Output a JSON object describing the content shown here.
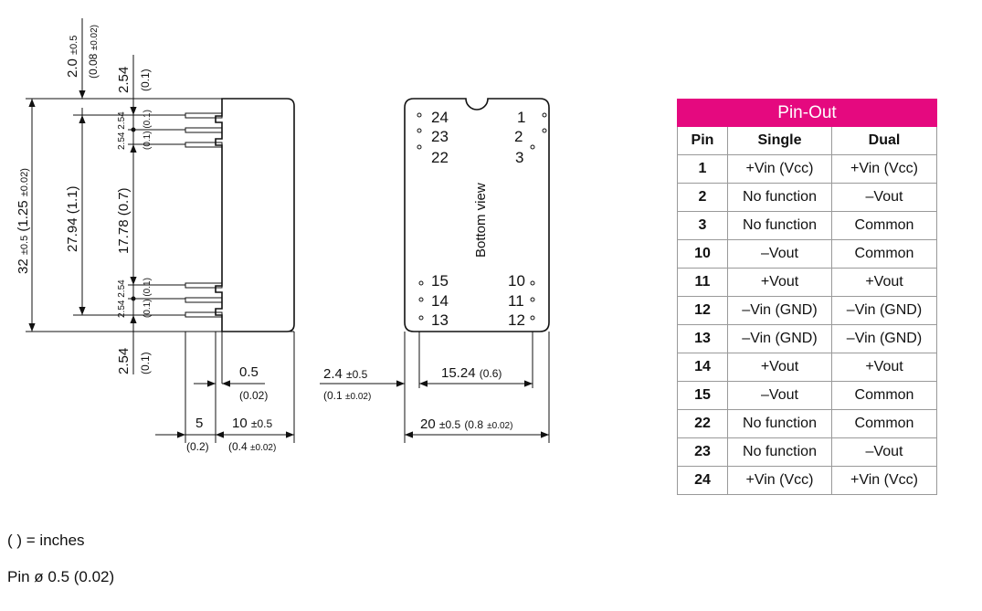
{
  "side_view": {
    "total_height": "32",
    "total_height_tol": "±0.5",
    "total_height_in": "(1.25",
    "total_height_in_tol": "±0.02)",
    "pin_span": "27.94 (1.1)",
    "inner_span": "17.78 (0.7)",
    "top_offset": "2.0",
    "top_offset_tol": "±0.5",
    "top_offset_in": "(0.08",
    "top_offset_in_tol": "±0.02)",
    "pitch_top": "2.54",
    "pitch_top_in": "(0.1)",
    "pitch_bottom": "2.54",
    "pitch_bottom_in": "(0.1)",
    "small_pitch": "2.54 2.54",
    "small_pitch_in": "(0.1) (0.1)",
    "pin_thickness": "0.5",
    "pin_thickness_in": "(0.02)",
    "pin_length": "5",
    "pin_length_in": "(0.2)",
    "body_width": "10",
    "body_width_tol": "±0.5",
    "body_width_in": "(0.4",
    "body_width_in_tol": "±0.02)"
  },
  "bottom_view": {
    "label": "Bottom view",
    "pins_left_top": [
      "24",
      "23",
      "22"
    ],
    "pins_right_top": [
      "1",
      "2",
      "3"
    ],
    "pins_left_bottom": [
      "15",
      "14",
      "13"
    ],
    "pins_right_bottom": [
      "10",
      "11",
      "12"
    ],
    "edge_offset": "2.4",
    "edge_offset_tol": "±0.5",
    "edge_offset_in": "(0.1",
    "edge_offset_in_tol": "±0.02)",
    "row_spacing": "15.24",
    "row_spacing_in": "(0.6)",
    "width": "20",
    "width_tol": "±0.5",
    "width_in": "(0.8",
    "width_in_tol": "±0.02)"
  },
  "pinout": {
    "title": "Pin-Out",
    "headers": [
      "Pin",
      "Single",
      "Dual"
    ],
    "accent_color": "#e5097f",
    "rows": [
      [
        "1",
        "+Vin (Vcc)",
        "+Vin (Vcc)"
      ],
      [
        "2",
        "No function",
        "–Vout"
      ],
      [
        "3",
        "No function",
        "Common"
      ],
      [
        "10",
        "–Vout",
        "Common"
      ],
      [
        "11",
        "+Vout",
        "+Vout"
      ],
      [
        "12",
        "–Vin (GND)",
        "–Vin (GND)"
      ],
      [
        "13",
        "–Vin (GND)",
        "–Vin (GND)"
      ],
      [
        "14",
        "+Vout",
        "+Vout"
      ],
      [
        "15",
        "–Vout",
        "Common"
      ],
      [
        "22",
        "No function",
        "Common"
      ],
      [
        "23",
        "No function",
        "–Vout"
      ],
      [
        "24",
        "+Vin (Vcc)",
        "+Vin (Vcc)"
      ]
    ]
  },
  "notes": {
    "units": "( ) = inches",
    "pin_diameter": "Pin ø 0.5 (0.02)"
  }
}
